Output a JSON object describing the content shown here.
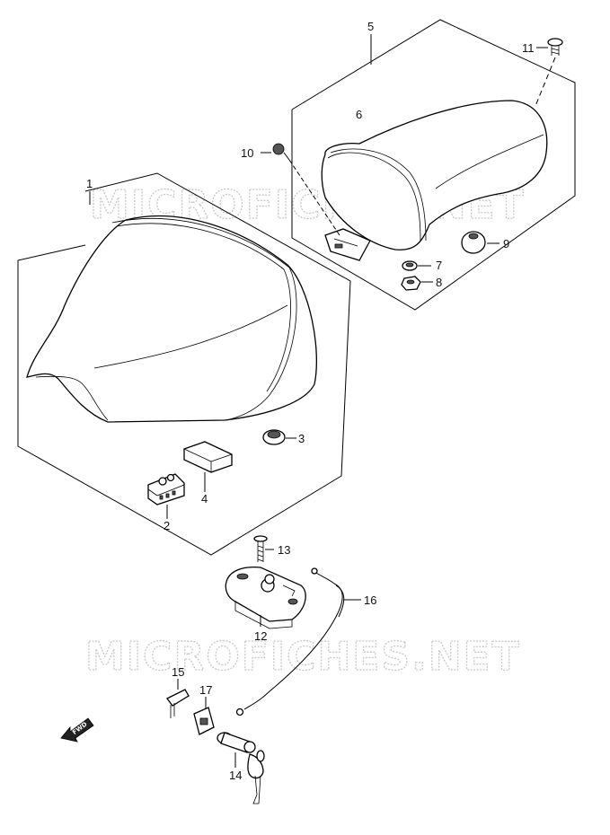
{
  "watermark": "MICROFICHES.NET",
  "fwd_label": "FWD",
  "callouts": {
    "c1": "1",
    "c2": "2",
    "c3": "3",
    "c4": "4",
    "c5": "5",
    "c6": "6",
    "c7": "7",
    "c8": "8",
    "c9": "9",
    "c10": "10",
    "c11": "11",
    "c12": "12",
    "c13": "13",
    "c14": "14",
    "c15": "15",
    "c16": "16",
    "c17": "17"
  }
}
